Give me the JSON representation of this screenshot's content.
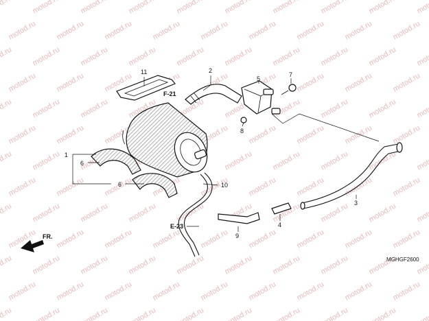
{
  "watermark": {
    "text": "motod.ru"
  },
  "callouts": {
    "p1": "1",
    "p2": "2",
    "p3": "3",
    "p4": "4",
    "p5": "5",
    "p6a": "6",
    "p6b": "6",
    "p7": "7",
    "p8": "8",
    "p9": "9",
    "p10": "10",
    "p11": "11"
  },
  "refs": {
    "f21": "F-21",
    "e23": "E-23"
  },
  "direction": {
    "label": "FR."
  },
  "diagram_code": "MGHGF2600",
  "colors": {
    "line": "#111111",
    "watermark": "#e9b9b9",
    "shade": "#d9d9d9"
  }
}
